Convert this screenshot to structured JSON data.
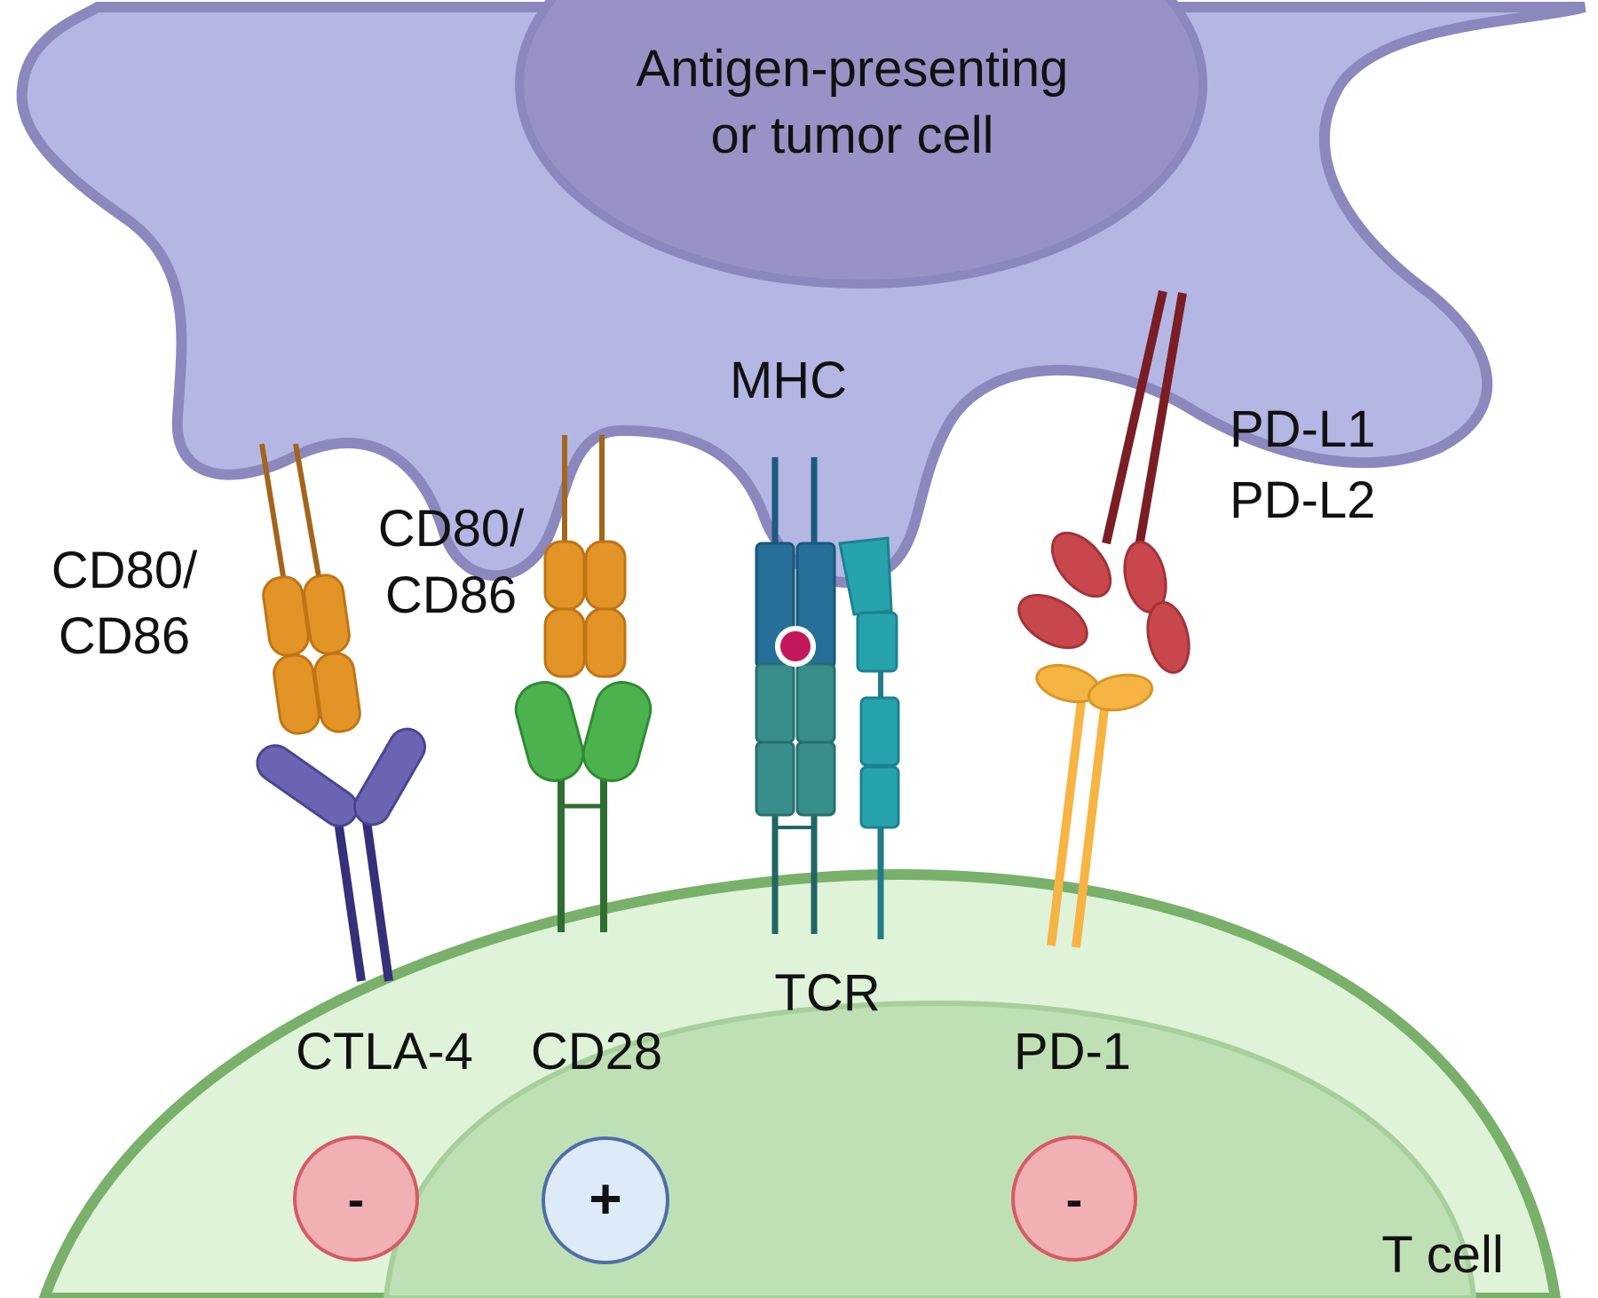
{
  "apc": {
    "label_line1": "Antigen-presenting",
    "label_line2": "or tumor cell"
  },
  "t_cell": {
    "label": "T cell"
  },
  "labels": {
    "mhc": "MHC",
    "pdl_line1": "PD-L1",
    "pdl_line2": "PD-L2",
    "cd80_left_line1": "CD80/",
    "cd80_left_line2": "CD86",
    "cd80_mid_line1": "CD80/",
    "cd80_mid_line2": "CD86",
    "ctla4": "CTLA-4",
    "cd28": "CD28",
    "tcr": "TCR",
    "pd1": "PD-1"
  },
  "signals": {
    "ctla4": "-",
    "cd28": "+",
    "pd1": "-"
  },
  "colors": {
    "apc_fill": "#b4b6e4",
    "apc_stroke": "#8a88bc",
    "nucleus_fill": "#9793c6",
    "tcell_fill": "#dff3d9",
    "tcell_inner": "#bfe0b5",
    "tcell_stroke": "#79b06a",
    "cd80": "#e39426",
    "ctla4": "#6a64b3",
    "ctla4_stem": "#34307a",
    "cd28": "#4cb24e",
    "cd28_stem": "#2f6e32",
    "mhc": "#256f98",
    "tcr": "#388e8a",
    "cd3": "#27a3ae",
    "pdl": "#c8474c",
    "pdl_stem": "#7a1e26",
    "pd1": "#f6b443",
    "antigen": "#c2185b",
    "neg_fill": "#f0b0b4",
    "neg_stroke": "#d85a62",
    "pos_fill": "#ddeaf7",
    "pos_stroke": "#4d6eaa"
  }
}
